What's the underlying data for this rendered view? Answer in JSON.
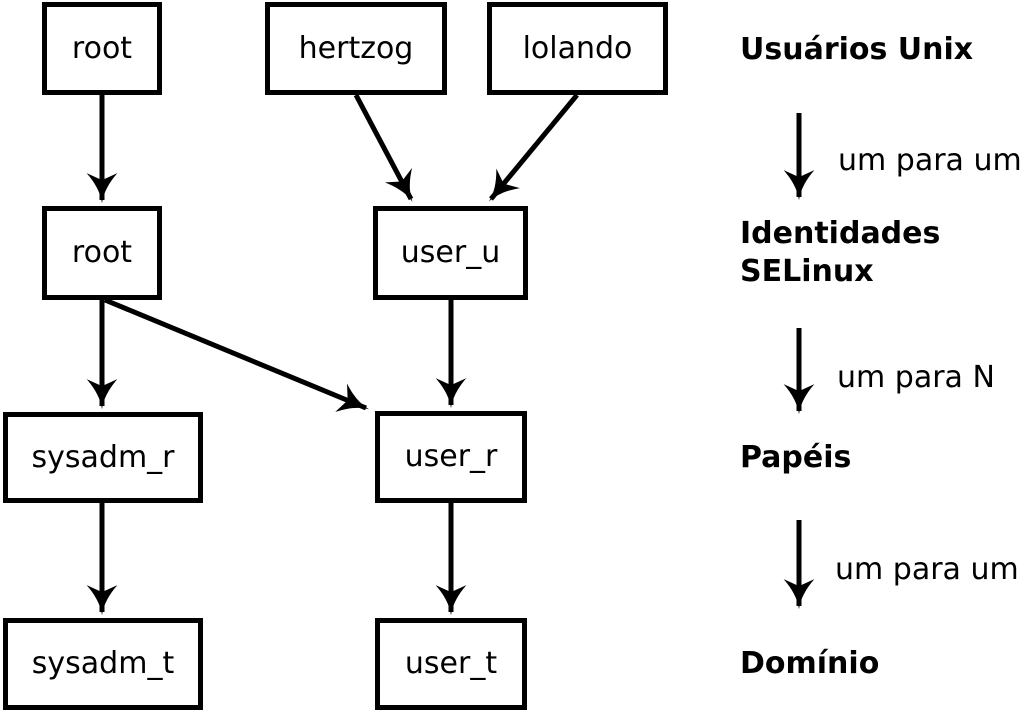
{
  "nodes": {
    "unix_root": {
      "label": "root"
    },
    "unix_hertzog": {
      "label": "hertzog"
    },
    "unix_lolando": {
      "label": "lolando"
    },
    "selinux_root": {
      "label": "root"
    },
    "selinux_user_u": {
      "label": "user_u"
    },
    "role_sysadm_r": {
      "label": "sysadm_r"
    },
    "role_user_r": {
      "label": "user_r"
    },
    "domain_sysadm_t": {
      "label": "sysadm_t"
    },
    "domain_user_t": {
      "label": "user_t"
    }
  },
  "edges": [
    {
      "from": "unix_root",
      "to": "selinux_root"
    },
    {
      "from": "unix_hertzog",
      "to": "selinux_user_u"
    },
    {
      "from": "unix_lolando",
      "to": "selinux_user_u"
    },
    {
      "from": "selinux_root",
      "to": "role_sysadm_r"
    },
    {
      "from": "selinux_root",
      "to": "role_user_r"
    },
    {
      "from": "selinux_user_u",
      "to": "role_user_r"
    },
    {
      "from": "role_sysadm_r",
      "to": "domain_sysadm_t"
    },
    {
      "from": "role_user_r",
      "to": "domain_user_t"
    }
  ],
  "legend": {
    "level_unix": "Usuários Unix",
    "relation_unix_selinux": "um para um",
    "level_selinux_line1": "Identidades",
    "level_selinux_line2": "SELinux",
    "relation_selinux_roles": "um para N",
    "level_roles": "Papéis",
    "relation_roles_domain": "um para um",
    "level_domain": "Domínio"
  },
  "colors": {
    "foreground": "#000000",
    "background": "#ffffff"
  }
}
